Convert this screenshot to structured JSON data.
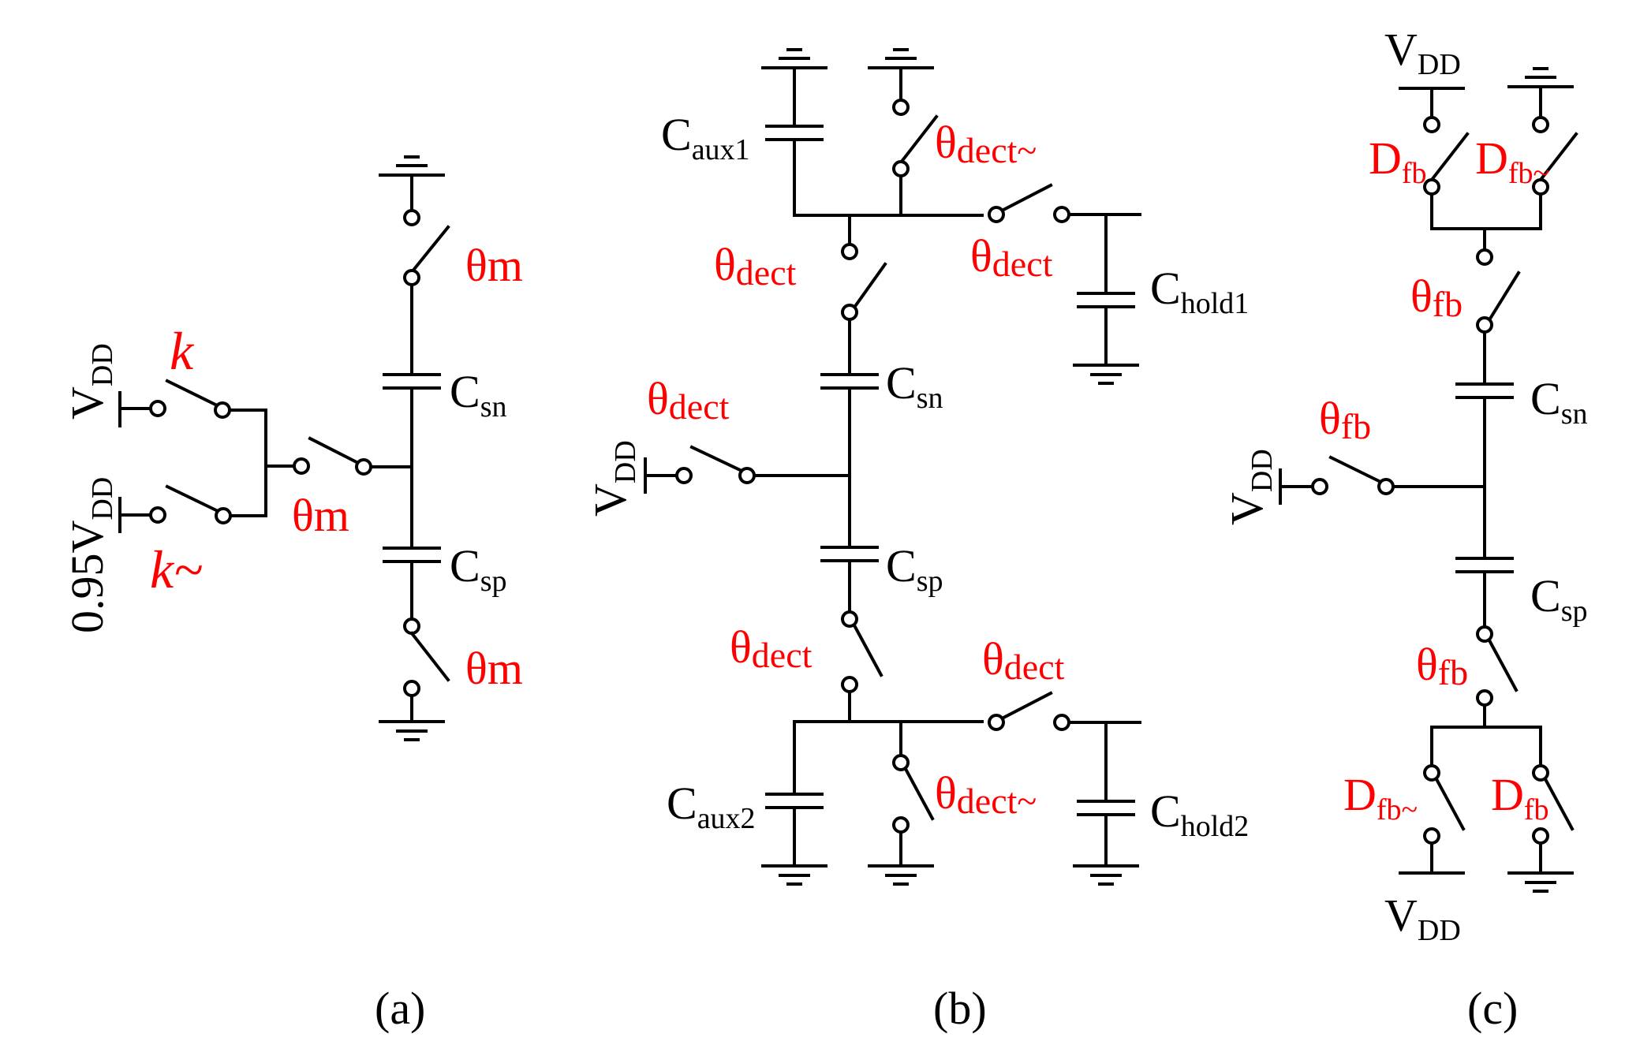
{
  "panels": [
    {
      "caption": "(a)"
    },
    {
      "caption": "(b)"
    },
    {
      "caption": "(c)"
    }
  ],
  "labels": {
    "vdd": {
      "main": "V",
      "sub": "DD"
    },
    "vdd095": {
      "main": "0.95V",
      "sub": "DD"
    },
    "k": "k",
    "k_not": "k~",
    "theta": "θ",
    "theta_m_sub": "m",
    "theta_dect_sub": "dect",
    "theta_dect_not_sub": "dect~",
    "theta_fb_sub": "fb",
    "csn": {
      "main": "C",
      "sub": "sn"
    },
    "csp": {
      "main": "C",
      "sub": "sp"
    },
    "caux1": {
      "main": "C",
      "sub": "aux1"
    },
    "caux2": {
      "main": "C",
      "sub": "aux2"
    },
    "chold1": {
      "main": "C",
      "sub": "hold1"
    },
    "chold2": {
      "main": "C",
      "sub": "hold2"
    },
    "dfb": {
      "main": "D",
      "sub": "fb"
    },
    "dfb_not": {
      "main": "D",
      "sub": "fb~"
    }
  },
  "colors": {
    "wire": "#000000",
    "control_label": "#ff0000",
    "text": "#000000"
  }
}
